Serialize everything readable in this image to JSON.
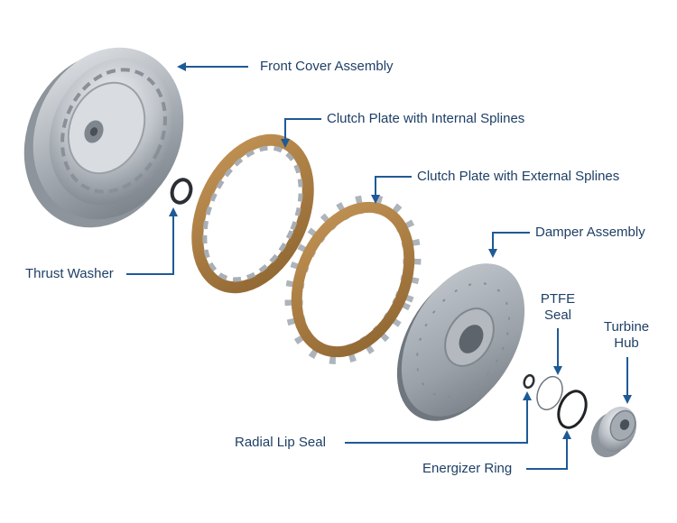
{
  "labels": {
    "front_cover": "Front Cover Assembly",
    "clutch_internal": "Clutch Plate with Internal Splines",
    "clutch_external": "Clutch Plate with External Splines",
    "damper": "Damper Assembly",
    "thrust_washer": "Thrust Washer",
    "ptfe_line1": "PTFE",
    "ptfe_line2": "Seal",
    "turbine_line1": "Turbine",
    "turbine_line2": "Hub",
    "radial_lip_seal": "Radial Lip Seal",
    "energizer_ring": "Energizer Ring"
  },
  "colors": {
    "label_text": "#1e3f66",
    "leader_line": "#1e5a96",
    "friction_material": "#a77a3e",
    "metal": "#b9bec4"
  }
}
